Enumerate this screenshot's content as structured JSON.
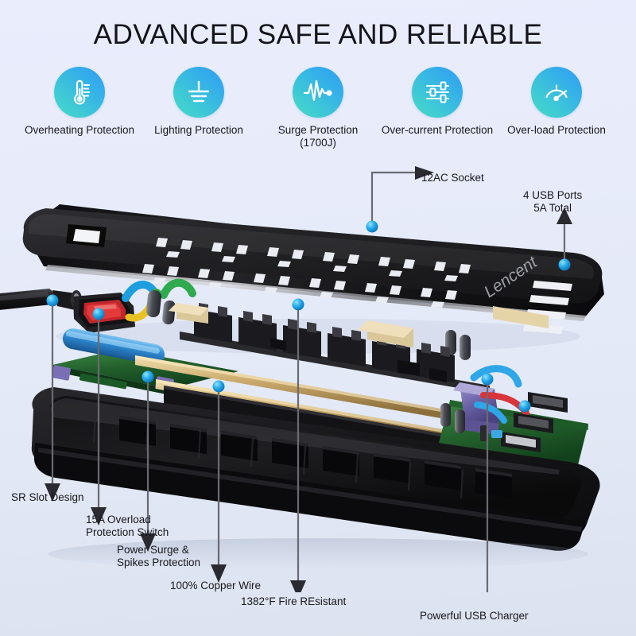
{
  "header": {
    "title": "ADVANCED SAFE AND RELIABLE"
  },
  "features": [
    {
      "id": "overheating",
      "icon": "thermometer-icon",
      "label": "Overheating\nProtection"
    },
    {
      "id": "lighting",
      "icon": "ground-lightning-icon",
      "label": "Lighting\nProtection"
    },
    {
      "id": "surge",
      "icon": "waveform-pulse-icon",
      "label": "Surge Protection\n(1700J)"
    },
    {
      "id": "overcurrent",
      "icon": "sliders-icon",
      "label": "Over-current\nProtection"
    },
    {
      "id": "overload",
      "icon": "gauge-icon",
      "label": "Over-load\nProtection"
    }
  ],
  "product": {
    "brand": "Lencent",
    "type": "exploded-view-power-strip",
    "ac_socket_count": 12,
    "usb_port_count": 4
  },
  "callouts": {
    "ac_socket": "12AC Socket",
    "usb_ports": "4 USB Ports\n5A Total",
    "sr_slot": "SR Slot Design",
    "overload_switch": "15A Overload\nProtection Switch",
    "power_surge": "Power Surge &\nSpikes Protection",
    "copper_wire": "100% Copper Wire",
    "fire_resistant": "1382°F Fire REsistant",
    "usb_charger": "Powerful USB Charger"
  },
  "colors": {
    "background_top": "#e9edfc",
    "background_bottom": "#dce3f0",
    "icon_gradient_start": "#45dcc6",
    "icon_gradient_end": "#2f9bf3",
    "marker_dot": "#22a8e8",
    "text": "#17171c",
    "product_body": "#1a1a1c"
  }
}
